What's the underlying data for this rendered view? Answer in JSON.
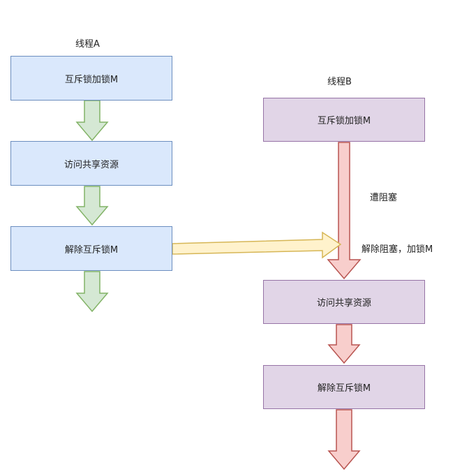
{
  "threadA": {
    "title": "线程A",
    "steps": [
      "互斥锁加锁M",
      "访问共享资源",
      "解除互斥锁M"
    ]
  },
  "threadB": {
    "title": "线程B",
    "steps": [
      "互斥锁加锁M",
      "访问共享资源",
      "解除互斥锁M"
    ],
    "blocked_label": "遭阻塞",
    "unblocked_label": "解除阻塞，加锁M"
  },
  "colors": {
    "threadA_fill": "#dae8fc",
    "threadA_stroke": "#6c8ebf",
    "threadB_fill": "#e1d5e7",
    "threadB_stroke": "#9673a6",
    "green_arrow_fill": "#d5e8d4",
    "green_arrow_stroke": "#82b366",
    "red_arrow_fill": "#f8cecc",
    "red_arrow_stroke": "#b85450",
    "yellow_arrow_fill": "#fff2cc",
    "yellow_arrow_stroke": "#d6b656"
  }
}
